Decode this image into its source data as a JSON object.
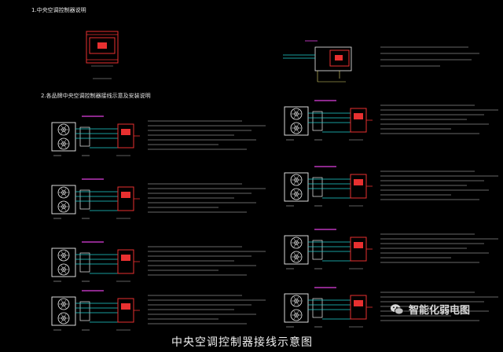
{
  "sections": {
    "s1": "1.中央空调控制器说明",
    "s2": "2.各品牌中央空调控制器接线示意及安装说明"
  },
  "caption": "中央空调控制器接线示意图",
  "watermark": "智能化弱电图",
  "colors": {
    "background": "#000000",
    "controller": "#e83030",
    "unit": "#f0f0f0",
    "wire": "#20d0d0",
    "brand": "#e040e0",
    "text": "#e8e8e8"
  }
}
